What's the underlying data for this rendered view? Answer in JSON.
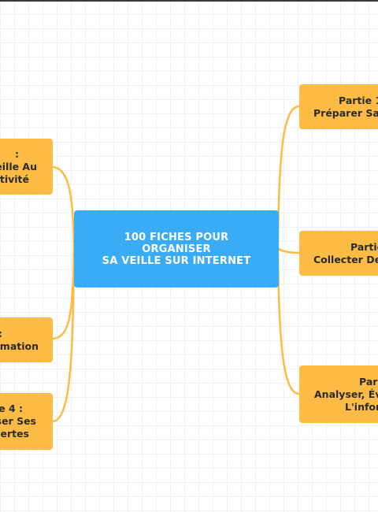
{
  "central": {
    "lines": [
      "100 FICHES POUR",
      "ORGANISER",
      "SA VEILLE SUR INTERNET"
    ]
  },
  "branches_left": [
    {
      "lines": [
        ":",
        "eille Au",
        "ctivité"
      ]
    },
    {
      "lines": [
        ":",
        "rmation"
      ]
    },
    {
      "lines": [
        "e 4 :",
        "ser Ses",
        "vertes"
      ]
    }
  ],
  "branches_right": [
    {
      "lines": [
        "Partie 1",
        "Préparer Sa"
      ]
    },
    {
      "lines": [
        "Partie",
        "Collecter De"
      ]
    },
    {
      "lines": [
        "Par",
        "Analyser, Év",
        "L'infor"
      ]
    }
  ],
  "colors": {
    "central_fill": "#3aacf6",
    "branch_fill": "#fcbb44",
    "connector": "#fcbb44"
  }
}
